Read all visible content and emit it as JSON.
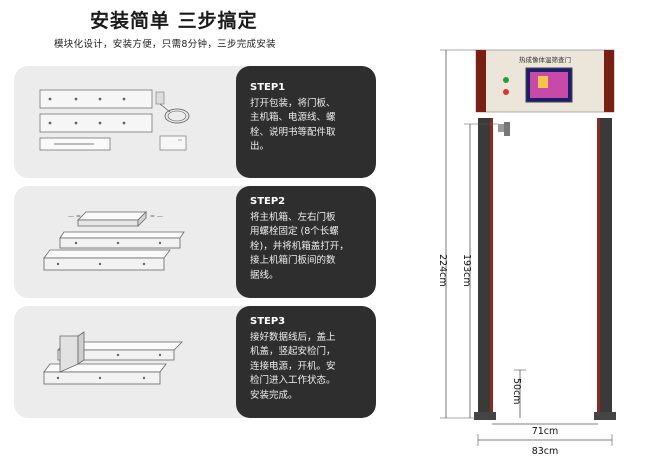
{
  "header": {
    "title": "安装简单 三步搞定",
    "subtitle": "模块化设计，安装方便，只需8分钟，三步完成安装"
  },
  "steps": [
    {
      "title": "STEP1",
      "lines": [
        "打开包装，将门板、",
        "主机箱、电源线、螺",
        "栓、说明书等配件取",
        "出。"
      ]
    },
    {
      "title": "STEP2",
      "lines": [
        "将主机箱、左右门板",
        "用螺栓固定 (8个长螺",
        "栓)，并将机箱盖打开，",
        "接上机箱门板间的数",
        "据线。"
      ]
    },
    {
      "title": "STEP3",
      "lines": [
        "接好数据线后，盖上",
        "机盖，竖起安检门，",
        "连接电源，开机。安",
        "检门进入工作状态。",
        "安装完成。"
      ]
    }
  ],
  "device": {
    "screen_header": "热成像体温筛查门",
    "dimensions": {
      "total_height": "224cm",
      "passage_height": "193cm",
      "base_height": "50cm",
      "inner_width": "71cm",
      "outer_width": "83cm"
    }
  },
  "colors": {
    "card_dark": "#2e2e2e",
    "card_light": "#ececec",
    "pillar": "#3a3a3a",
    "pillar_accent": "#8b2a1e"
  }
}
